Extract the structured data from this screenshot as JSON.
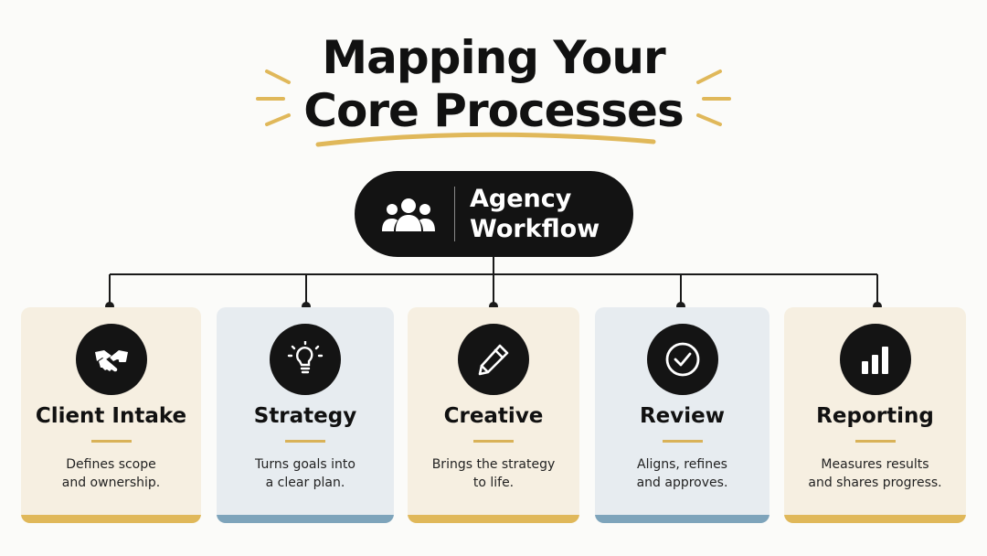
{
  "title": {
    "line1": "Mapping Your",
    "line2": "Core Processes"
  },
  "hub": {
    "icon": "people-group-icon",
    "line1": "Agency",
    "line2": "Workflow"
  },
  "colors": {
    "accent_gold": "#e0b85a",
    "accent_blue": "#7ea4bb",
    "card_warm": "#f6efe1",
    "card_cool": "#e7ecf0",
    "dark": "#131313"
  },
  "steps": [
    {
      "name": "Client Intake",
      "icon": "handshake-icon",
      "desc1": "Defines scope",
      "desc2": "and ownership."
    },
    {
      "name": "Strategy",
      "icon": "lightbulb-icon",
      "desc1": "Turns goals into",
      "desc2": "a clear plan."
    },
    {
      "name": "Creative",
      "icon": "pencil-icon",
      "desc1": "Brings the strategy",
      "desc2": "to life."
    },
    {
      "name": "Review",
      "icon": "check-circle-icon",
      "desc1": "Aligns, refines",
      "desc2": "and approves."
    },
    {
      "name": "Reporting",
      "icon": "bar-chart-icon",
      "desc1": "Measures results",
      "desc2": "and shares progress."
    }
  ]
}
